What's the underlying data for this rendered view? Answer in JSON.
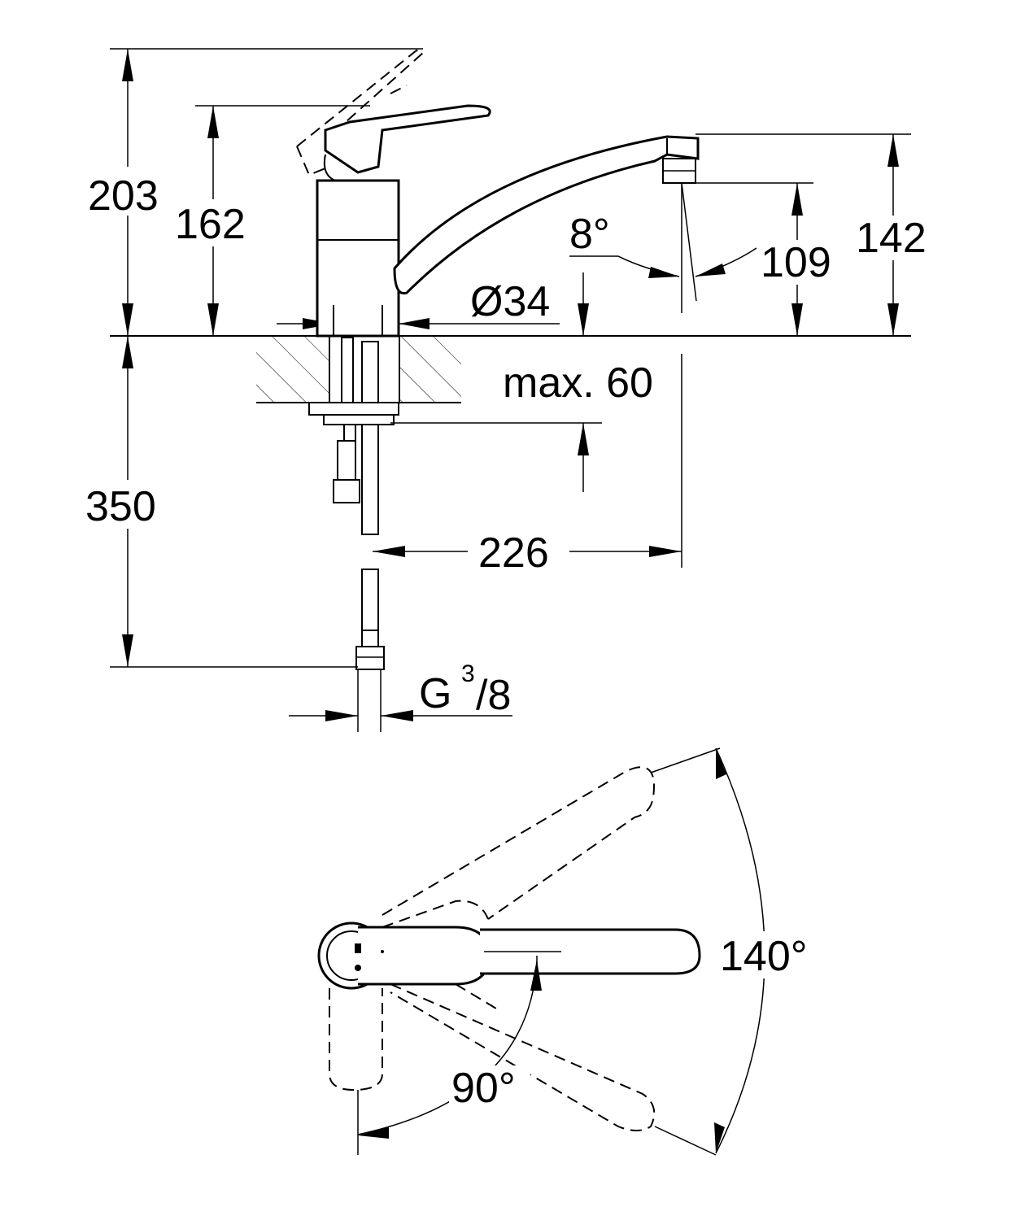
{
  "side_view": {
    "dim_total_height": "203",
    "dim_lever_height": "162",
    "dim_spout_height": "142",
    "dim_aerator_height": "109",
    "dim_spout_angle": "8°",
    "dim_base_diameter": "Ø34",
    "dim_max_deck_thickness": "max. 60",
    "dim_hose_length": "350",
    "dim_spout_reach": "226",
    "connection_thread": "G",
    "thread_num": "3",
    "thread_den": "/8"
  },
  "top_view": {
    "angle_lever_swing": "140°",
    "angle_spout_swing": "90°"
  }
}
